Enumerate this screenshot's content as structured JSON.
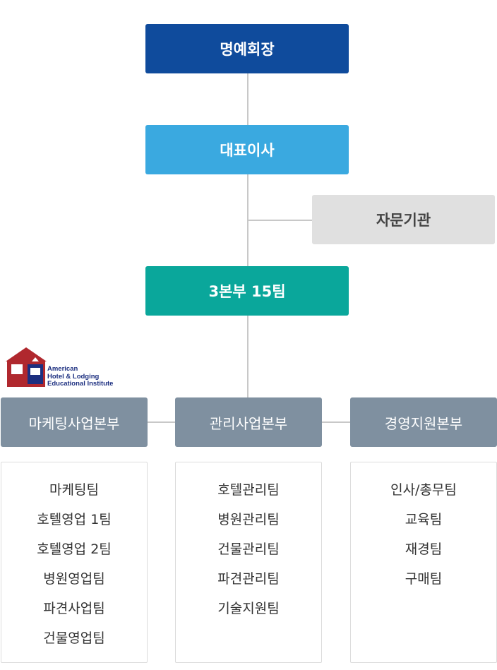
{
  "chart": {
    "chairman": "명예회장",
    "ceo": "대표이사",
    "advisory": "자문기관",
    "divisions_summary": "3본부 15팀"
  },
  "logo": {
    "lines": [
      "American",
      "Hotel & Lodging",
      "Educational Institute"
    ]
  },
  "divisions": [
    {
      "name": "마케팅사업본부",
      "teams": [
        "마케팅팀",
        "호텔영업 1팀",
        "호텔영업 2팀",
        "병원영업팀",
        "파견사업팀",
        "건물영업팀"
      ]
    },
    {
      "name": "관리사업본부",
      "teams": [
        "호텔관리팀",
        "병원관리팀",
        "건물관리팀",
        "파견관리팀",
        "기술지원팀"
      ]
    },
    {
      "name": "경영지원본부",
      "teams": [
        "인사/총무팀",
        "교육팀",
        "재경팀",
        "구매팀"
      ]
    }
  ],
  "colors": {
    "chairman": "#0f4b9c",
    "ceo": "#3aa9e0",
    "advisory_bg": "#e0e0e0",
    "advisory_text": "#444444",
    "summary": "#0aa79b",
    "division": "#7f90a0",
    "connector": "#c8c8c8",
    "logo_red": "#b0282e",
    "logo_blue": "#1c2f80"
  }
}
